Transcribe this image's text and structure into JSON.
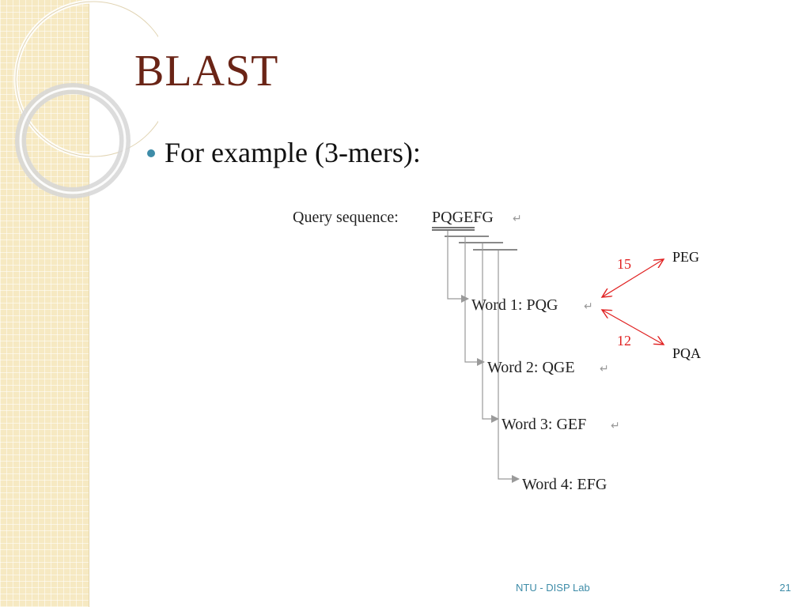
{
  "slide": {
    "title": "BLAST",
    "bullet": "For example (3-mers):"
  },
  "figure": {
    "query_label": "Query sequence: ",
    "query_seq": "PQGEFG",
    "return_mark": "↵",
    "words": [
      "Word 1: PQG",
      "Word 2: QGE",
      "Word 3: GEF",
      "Word 4: EFG"
    ],
    "neighbors": [
      {
        "word": "PEG",
        "score": "15"
      },
      {
        "word": "PQA",
        "score": "12"
      }
    ]
  },
  "footer": {
    "lab": "NTU - DISP Lab",
    "page": "21"
  },
  "colors": {
    "title": "#6a2416",
    "accent": "#3e8ca8",
    "arrow_red": "#e02020"
  }
}
